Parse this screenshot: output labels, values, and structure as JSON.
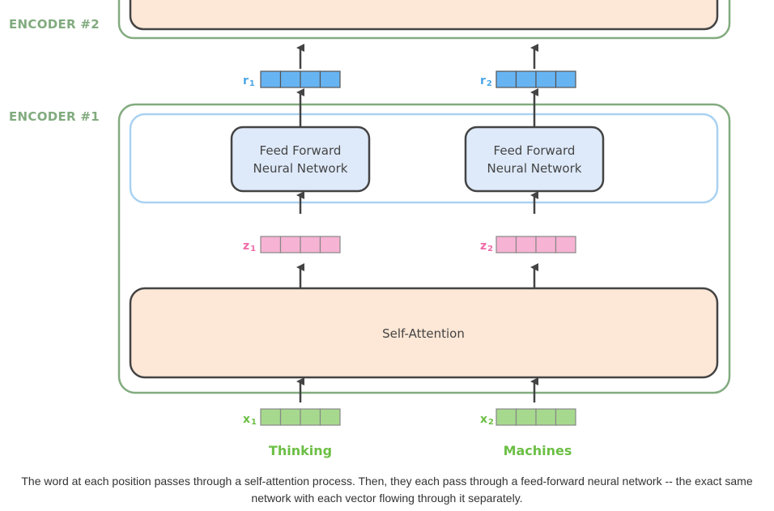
{
  "encoders": {
    "encoder2_label": "ENCODER #2",
    "encoder1_label": "ENCODER #1"
  },
  "boxes": {
    "ffnn_left": [
      "Feed Forward",
      "Neural Network"
    ],
    "ffnn_right": [
      "Feed Forward",
      "Neural Network"
    ],
    "self_attention": "Self-Attention"
  },
  "vectors": {
    "r1": {
      "base": "r",
      "sub": "1"
    },
    "r2": {
      "base": "r",
      "sub": "2"
    },
    "z1": {
      "base": "z",
      "sub": "1"
    },
    "z2": {
      "base": "z",
      "sub": "2"
    },
    "x1": {
      "base": "x",
      "sub": "1"
    },
    "x2": {
      "base": "x",
      "sub": "2"
    }
  },
  "words": {
    "left": "Thinking",
    "right": "Machines"
  },
  "caption": "The word at each position passes through a self-attention process. Then, they each pass through a feed-forward neural network -- the exact same network with each vector flowing through it separately.",
  "colors": {
    "encoder_border": "#82ab7f",
    "encoder_label": "#82ab7f",
    "ffnn_layer_border": "#a9d2f2",
    "box_border": "#444444",
    "ffnn_fill": "#deeafa",
    "attention_fill": "#fde7d6",
    "r_fill": "#67b4f3",
    "r_label": "#4ba6e6",
    "z_fill": "#f7b3d3",
    "z_label": "#ee6aa8",
    "x_fill": "#a6d98d",
    "x_label": "#6cbf45",
    "word": "#6cbf45",
    "arrow": "#444444"
  }
}
